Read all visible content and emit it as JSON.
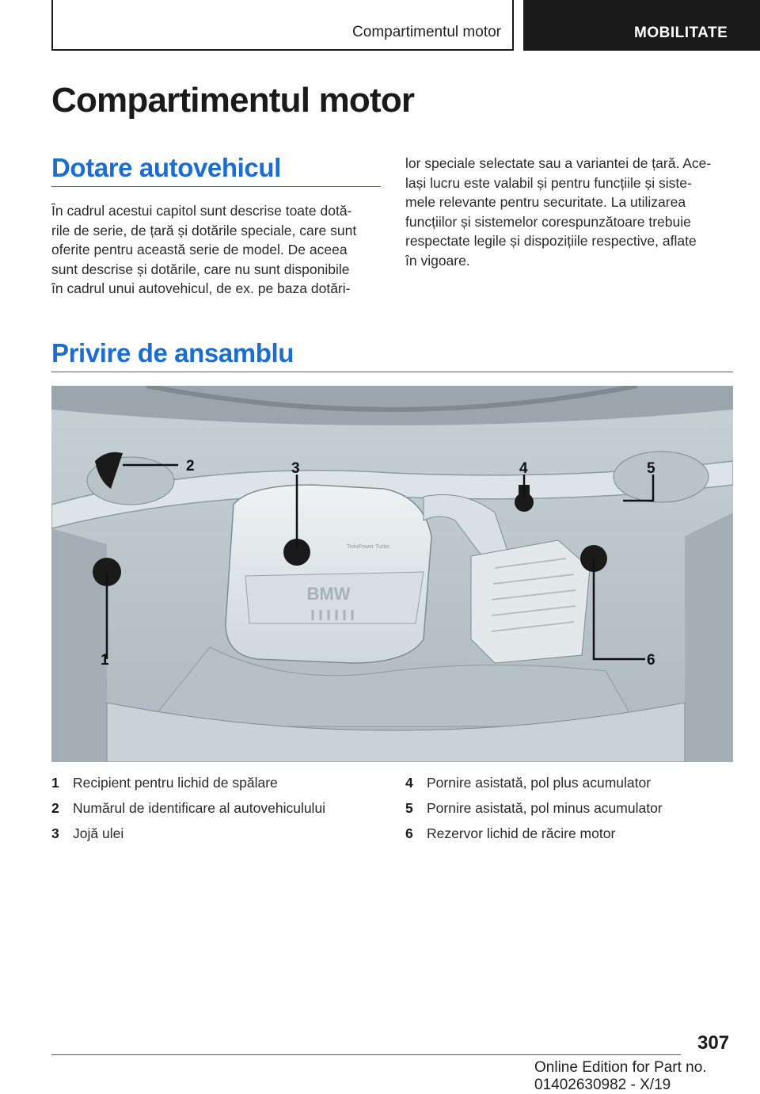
{
  "header": {
    "chapter_title": "Compartimentul motor",
    "section_label": "MOBILITATE"
  },
  "page_title": "Compartimentul motor",
  "section_equipment": {
    "heading": "Dotare autovehicul",
    "left_lines": [
      "În cadrul acestui capitol sunt descrise toate dotă-",
      "rile de serie, de țară și dotările speciale, care sunt",
      "oferite pentru această serie de model. De aceea",
      "sunt descrise și dotările, care nu sunt disponibile",
      "în cadrul unui autovehicul, de ex. pe baza dotări-"
    ],
    "right_lines": [
      "lor speciale selectate sau a variantei de țară. Ace-",
      "lași lucru este valabil și pentru funcțiile și siste-",
      "mele relevante pentru securitate. La utilizarea",
      "funcțiilor și sistemelor corespunzătoare trebuie",
      "respectate legile și dispozițiile respective, aflate",
      "în vigoare."
    ]
  },
  "section_overview": {
    "heading": "Privire de ansamblu",
    "callouts": [
      "1",
      "2",
      "3",
      "4",
      "5",
      "6"
    ],
    "engine_brand": "BMW",
    "engine_badge": "TwinPower Turbo",
    "legend": [
      {
        "num": "1",
        "text": "Recipient pentru lichid de spălare"
      },
      {
        "num": "2",
        "text": "Numărul de identificare al autovehiculului"
      },
      {
        "num": "3",
        "text": "Joj&#259; ulei"
      },
      {
        "num": "4",
        "text": "Pornire asistată, pol plus acumulator"
      },
      {
        "num": "5",
        "text": "Pornire asistată, pol minus acumulator"
      },
      {
        "num": "6",
        "text": "Rezervor lichid de răcire motor"
      }
    ]
  },
  "footer": {
    "page_number": "307",
    "edition": "Online Edition for Part no. 01402630982 - X/19"
  }
}
